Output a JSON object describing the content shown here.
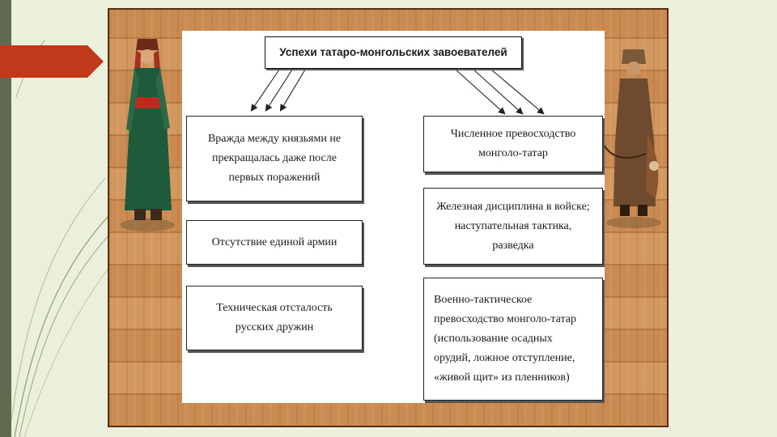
{
  "diagram": {
    "title": "Успехи татаро-монгольских завоевателей",
    "left_causes": [
      {
        "lines": [
          "Вражда между князьями не",
          "прекращалась даже после",
          "первых поражений"
        ]
      },
      {
        "lines": [
          "Отсутствие единой армии"
        ]
      },
      {
        "lines": [
          "Техническая отсталость",
          "русских дружин"
        ]
      }
    ],
    "right_causes": [
      {
        "lines": [
          "Численное превосходство",
          "монголо-татар"
        ]
      },
      {
        "lines": [
          "Железная дисциплина в войске;",
          "наступательная тактика,",
          "разведка"
        ]
      },
      {
        "lines": [
          "Военно-тактическое",
          "превосходство монголо-татар",
          "(использование осадных",
          "орудий, ложное отступление,",
          "«живой щит» из пленников)"
        ]
      }
    ]
  },
  "colors": {
    "accent_red": "#c0391b",
    "board_wood": "#c98b52",
    "left_bar": "#5f6a4f"
  }
}
